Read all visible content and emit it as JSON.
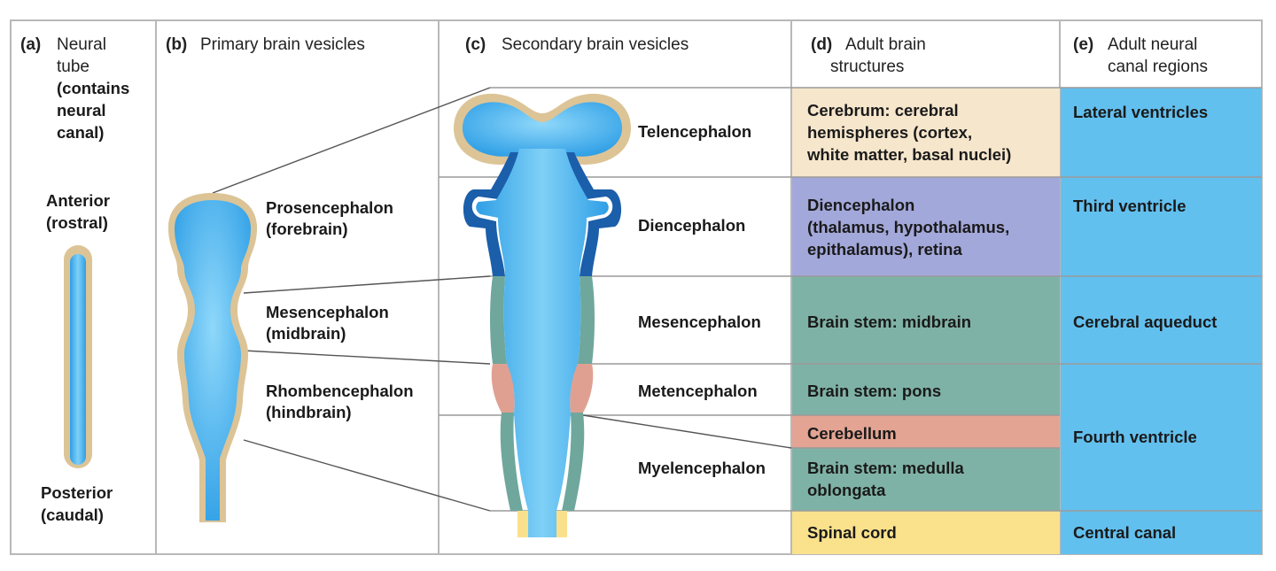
{
  "colors": {
    "border": "#b8b8b8",
    "tan": "#dcc497",
    "blue_light": "#7fd0f6",
    "blue_mid": "#34a7e9",
    "blue_dark": "#1b5eaa",
    "teal": "#6fa79c",
    "salmon": "#e0a091",
    "yellow": "#fbe08c",
    "cerebrum_fill": "#f6e6cc",
    "diencephalon_fill": "#a3a8da",
    "teal_fill": "#7fb2a6",
    "salmon_fill": "#e3a493",
    "yellow_fill": "#fae18c",
    "canal_fill": "#62c0ef"
  },
  "col_a": {
    "letter": "(a)",
    "title_lines": [
      "Neural",
      "tube"
    ],
    "note_lines": [
      "(contains",
      "neural",
      "canal)"
    ],
    "anterior_lines": [
      "Anterior",
      "(rostral)"
    ],
    "posterior_lines": [
      "Posterior",
      "(caudal)"
    ]
  },
  "col_b": {
    "letter": "(b)",
    "title": "Primary brain vesicles",
    "labels": [
      {
        "lines": [
          "Prosencephalon",
          "(forebrain)"
        ]
      },
      {
        "lines": [
          "Mesencephalon",
          "(midbrain)"
        ]
      },
      {
        "lines": [
          "Rhombencephalon",
          "(hindbrain)"
        ]
      }
    ]
  },
  "col_c": {
    "letter": "(c)",
    "title": "Secondary brain vesicles",
    "labels": [
      "Telencephalon",
      "Diencephalon",
      "Mesencephalon",
      "Metencephalon",
      "Myelencephalon"
    ]
  },
  "col_d": {
    "letter": "(d)",
    "title_lines": [
      "Adult brain",
      "structures"
    ],
    "rows": [
      {
        "lines": [
          "Cerebrum: cerebral",
          "hemispheres (cortex,",
          "white matter, basal nuclei)"
        ]
      },
      {
        "lines": [
          "Diencephalon",
          "(thalamus, hypothalamus,",
          "epithalamus), retina"
        ]
      },
      {
        "lines": [
          "Brain stem: midbrain"
        ]
      },
      {
        "lines": [
          "Brain stem: pons"
        ]
      },
      {
        "lines": [
          "Cerebellum"
        ]
      },
      {
        "lines": [
          "Brain stem: medulla",
          "oblongata"
        ]
      },
      {
        "lines": [
          "Spinal cord"
        ]
      }
    ]
  },
  "col_e": {
    "letter": "(e)",
    "title_lines": [
      "Adult neural",
      "canal regions"
    ],
    "rows": [
      {
        "label": "Lateral ventricles"
      },
      {
        "label": "Third ventricle"
      },
      {
        "label": "Cerebral aqueduct"
      },
      {
        "label": "Fourth ventricle"
      },
      {
        "label": "Central canal"
      }
    ]
  }
}
